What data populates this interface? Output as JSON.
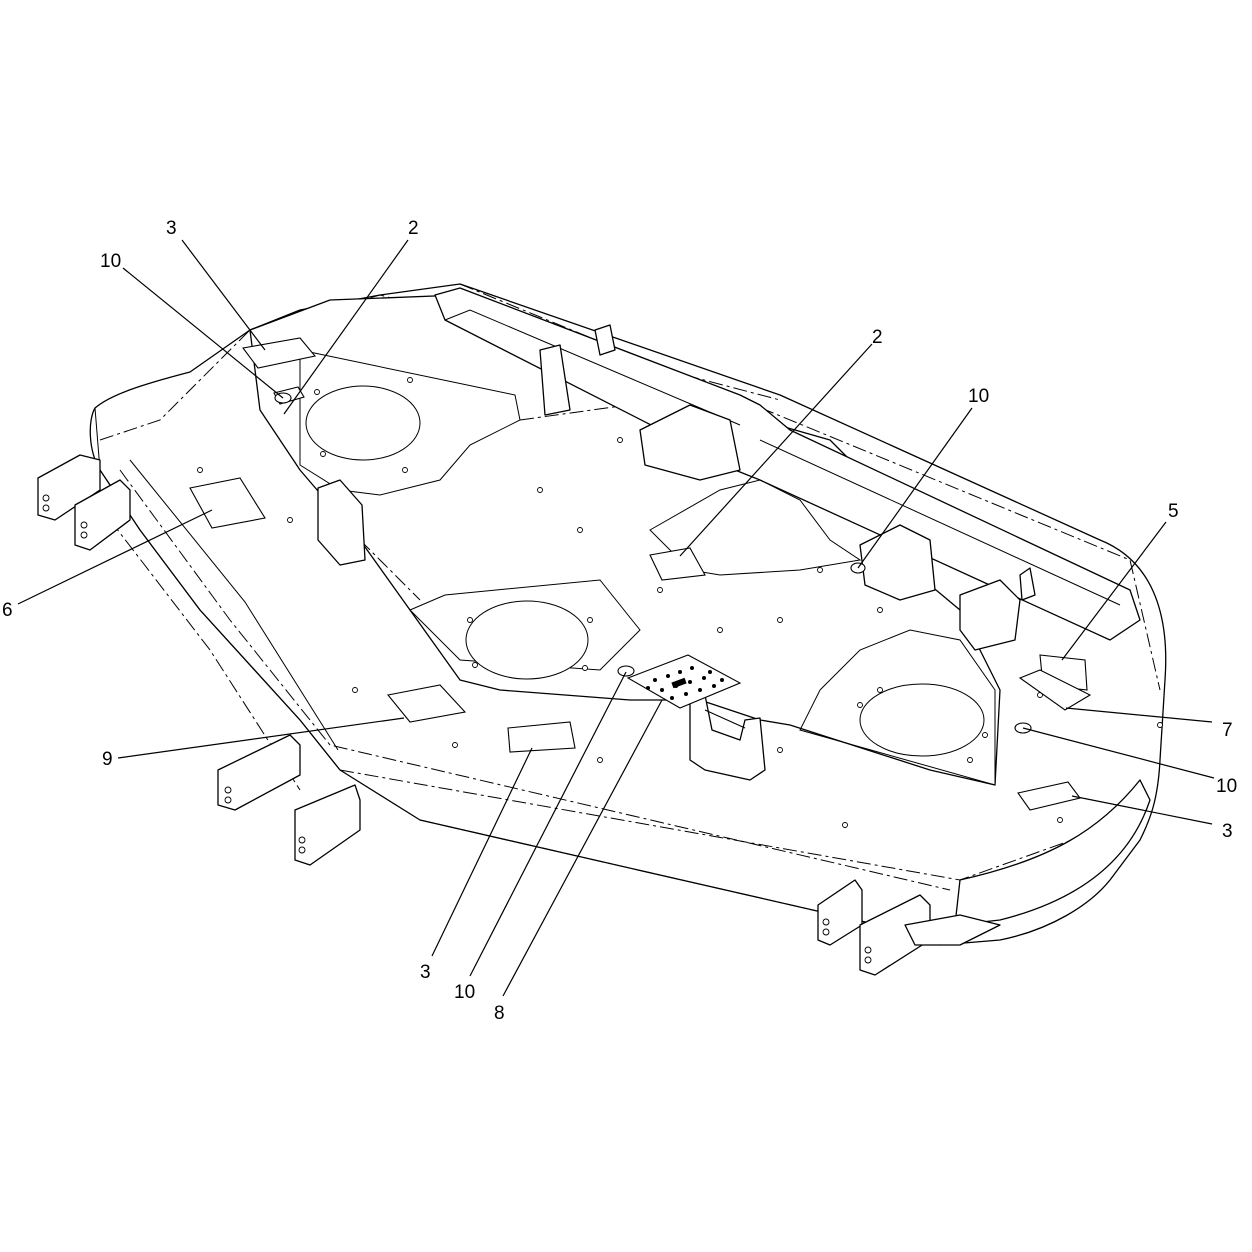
{
  "diagram": {
    "callouts": [
      {
        "id": "c3a",
        "label": "3"
      },
      {
        "id": "c10a",
        "label": "10"
      },
      {
        "id": "c2a",
        "label": "2"
      },
      {
        "id": "c2b",
        "label": "2"
      },
      {
        "id": "c10b",
        "label": "10"
      },
      {
        "id": "c5",
        "label": "5"
      },
      {
        "id": "c6",
        "label": "6"
      },
      {
        "id": "c7",
        "label": "7"
      },
      {
        "id": "c9",
        "label": "9"
      },
      {
        "id": "c10c",
        "label": "10"
      },
      {
        "id": "c3b",
        "label": "3"
      },
      {
        "id": "c3c",
        "label": "3"
      },
      {
        "id": "c10d",
        "label": "10"
      },
      {
        "id": "c8",
        "label": "8"
      }
    ]
  }
}
